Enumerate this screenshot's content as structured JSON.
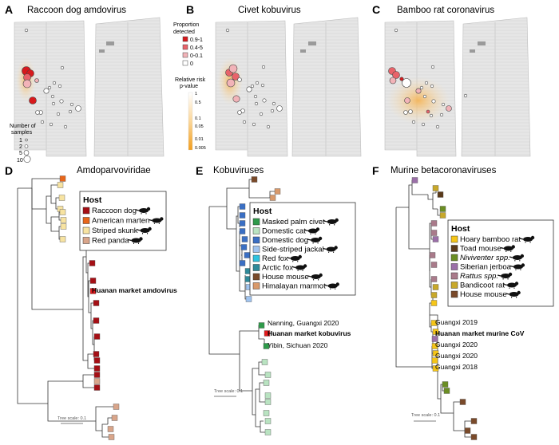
{
  "panels": {
    "A": {
      "letter": "A",
      "title": "Raccoon dog amdovirus"
    },
    "B": {
      "letter": "B",
      "title": "Civet kobuvirus"
    },
    "C": {
      "letter": "C",
      "title": "Bamboo rat coronavirus"
    },
    "D": {
      "letter": "D",
      "title": "Amdoparvoviridae"
    },
    "E": {
      "letter": "E",
      "title": "Kobuviruses"
    },
    "F": {
      "letter": "F",
      "title": "Murine betacoronaviruses"
    }
  },
  "map_legend": {
    "proportion_title": [
      "Proportion",
      "detected"
    ],
    "proportion_items": [
      {
        "label": "0.9-1",
        "color": "#d7191c"
      },
      {
        "label": "0.4-5",
        "color": "#e8636a"
      },
      {
        "label": "0-0.1",
        "color": "#f2b3b8"
      },
      {
        "label": "0",
        "color": "#ffffff"
      }
    ],
    "risk_title": [
      "Relative risk",
      "p-value"
    ],
    "risk_ticks": [
      "1",
      "0.5",
      "0.1",
      "0.05",
      "0.01",
      "0.005"
    ],
    "samples_title": [
      "Number of",
      "samples"
    ],
    "samples_items": [
      "1",
      "2",
      "5",
      "10"
    ]
  },
  "tree_scale": "Tree scale: 0.1",
  "legend_D": {
    "title": "Host",
    "items": [
      {
        "label": "Raccoon dog",
        "color": "#a50f15",
        "icon": "raccoon-dog-icon"
      },
      {
        "label": "American marten",
        "color": "#e8661a",
        "icon": "marten-icon"
      },
      {
        "label": "Striped skunk",
        "color": "#f7e3a1",
        "icon": "skunk-icon"
      },
      {
        "label": "Red panda",
        "color": "#d9a58a",
        "icon": "red-panda-icon"
      }
    ],
    "highlight": "Huanan market amdovirus"
  },
  "legend_E": {
    "title": "Host",
    "items": [
      {
        "label": "Masked palm civet",
        "color": "#2e9a4a",
        "icon": "civet-icon"
      },
      {
        "label": "Domestic cat",
        "color": "#b9e3c1",
        "icon": "cat-icon"
      },
      {
        "label": "Domestic dog",
        "color": "#3a6fc4",
        "icon": "dog-icon"
      },
      {
        "label": "Side-striped jackal",
        "color": "#9fc3ef",
        "icon": "jackal-icon"
      },
      {
        "label": "Red fox",
        "color": "#2ec3e0",
        "icon": "fox-icon"
      },
      {
        "label": "Arctic fox",
        "color": "#2e8a9a",
        "icon": "arctic-fox-icon"
      },
      {
        "label": "House mouse",
        "color": "#7a4a2a",
        "icon": "mouse-icon"
      },
      {
        "label": "Himalayan marmot",
        "color": "#d9996a",
        "icon": "marmot-icon"
      }
    ],
    "labels": [
      "Nanning, Guangxi 2020",
      "Huanan market kobuvirus",
      "Yibin, Sichuan 2020"
    ]
  },
  "legend_F": {
    "title": "Host",
    "items": [
      {
        "label": "Hoary bamboo rat",
        "color": "#f5c518",
        "icon": "bamboo-rat-icon",
        "italic": false
      },
      {
        "label": "Toad mouse",
        "color": "#5a3a1a",
        "icon": "toad-mouse-icon",
        "italic": false
      },
      {
        "label": "Niviventer spp.",
        "color": "#6b8e23",
        "icon": "niviventer-icon",
        "italic": true
      },
      {
        "label": "Siberian jerboa",
        "color": "#9b6fa8",
        "icon": "jerboa-icon",
        "italic": false
      },
      {
        "label": "Rattus spp.",
        "color": "#a97a8a",
        "icon": "rattus-icon",
        "italic": true
      },
      {
        "label": "Bandicoot rat",
        "color": "#c8a82a",
        "icon": "bandicoot-icon",
        "italic": false
      },
      {
        "label": "House mouse",
        "color": "#7a4a2a",
        "icon": "mouse-icon",
        "italic": false
      }
    ],
    "labels": [
      "Guangxi 2019",
      "Huanan market murine CoV",
      "Guangxi 2020",
      "Guangxi 2020",
      "Guangxi 2018"
    ]
  },
  "colors": {
    "highlight": "#e31a1c",
    "branch": "#333333",
    "map_fill": "#e6e6e6"
  }
}
